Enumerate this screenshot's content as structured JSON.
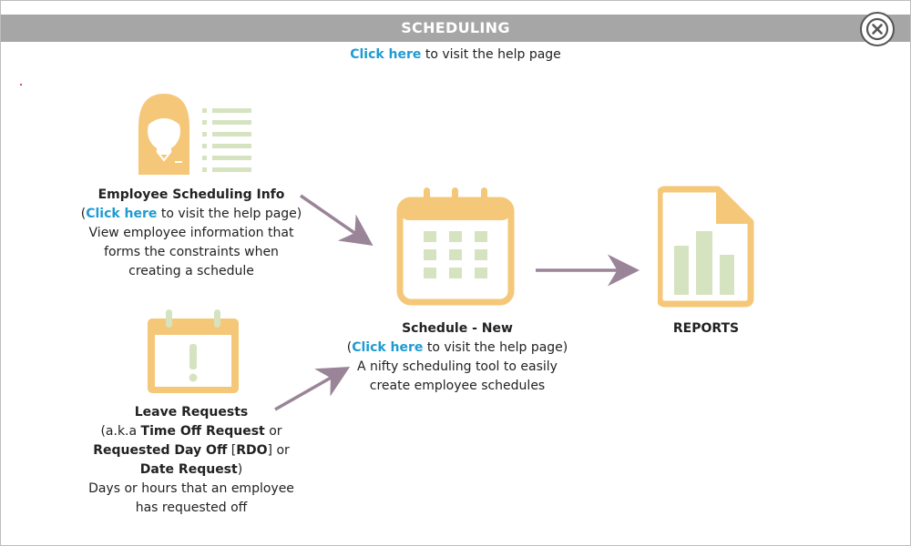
{
  "header": {
    "title": "SCHEDULING",
    "close_icon": "close-circle-icon"
  },
  "help": {
    "link_text": "Click here",
    "suffix": " to visit the help page"
  },
  "employee_info": {
    "icon": "employee-list-icon",
    "title": "Employee Scheduling Info",
    "open_paren": "(",
    "link_text": "Click here",
    "link_suffix": " to visit the help page)",
    "desc_lines": [
      "View employee information that",
      "forms the constraints when",
      "creating a schedule"
    ]
  },
  "leave_requests": {
    "icon": "calendar-alert-icon",
    "title": "Leave Requests",
    "line1_prefix": "(a.k.a ",
    "line1_bold": "Time Off Request",
    "line1_suffix": " or",
    "line2_bold": "Requested Day Off",
    "line2_mid": " [",
    "line2_bold2": "RDO",
    "line2_suffix": "] or",
    "line3_bold": "Date Request",
    "line3_suffix": ")",
    "desc_lines": [
      "Days or hours that an employee",
      "has requested off"
    ]
  },
  "schedule_new": {
    "icon": "calendar-grid-icon",
    "title": "Schedule - New",
    "open_paren": "(",
    "link_text": "Click here",
    "link_suffix": " to visit the help page)",
    "desc_lines": [
      "A nifty scheduling tool to easily",
      "create employee schedules"
    ]
  },
  "reports": {
    "icon": "report-chart-icon",
    "title": "REPORTS"
  },
  "colors": {
    "header_bg": "#a6a6a6",
    "link": "#1f9bd1",
    "icon_orange": "#f5c778",
    "icon_green": "#d6e3c0",
    "arrow": "#9a8497"
  }
}
